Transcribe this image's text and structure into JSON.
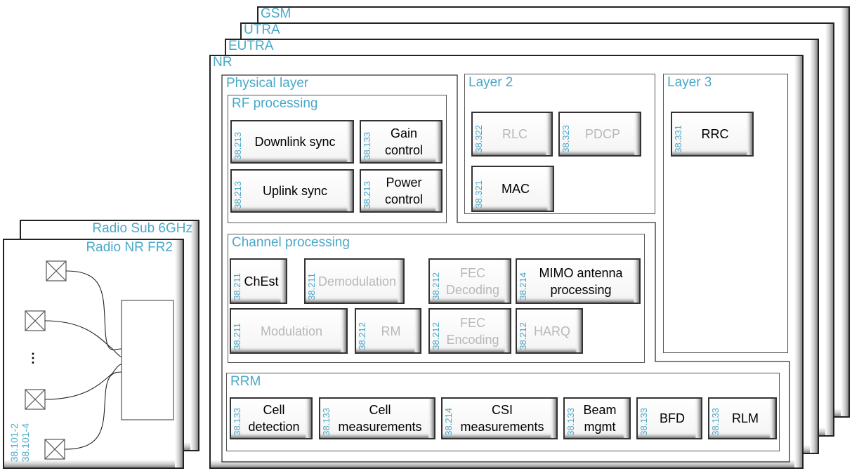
{
  "stack": {
    "layers": [
      "GSM",
      "UTRA",
      "EUTRA",
      "NR"
    ]
  },
  "nr": {
    "physical_layer": {
      "title": "Physical layer",
      "rf_processing": {
        "title": "RF processing",
        "blocks": [
          {
            "name": "Downlink sync",
            "spec": "38.213",
            "enabled": true
          },
          {
            "name": "Gain control",
            "spec": "38.133",
            "enabled": true
          },
          {
            "name": "Uplink sync",
            "spec": "38.213",
            "enabled": true
          },
          {
            "name": "Power control",
            "spec": "38.213",
            "enabled": true
          }
        ]
      }
    },
    "layer2": {
      "title": "Layer 2",
      "blocks": [
        {
          "name": "RLC",
          "spec": "38.322",
          "enabled": false
        },
        {
          "name": "PDCP",
          "spec": "38.323",
          "enabled": false
        },
        {
          "name": "MAC",
          "spec": "38.321",
          "enabled": true
        }
      ]
    },
    "layer3": {
      "title": "Layer 3",
      "blocks": [
        {
          "name": "RRC",
          "spec": "38.331",
          "enabled": true
        }
      ]
    },
    "channel_processing": {
      "title": "Channel processing",
      "blocks": [
        {
          "name": "ChEst",
          "spec": "38.211",
          "enabled": true
        },
        {
          "name": "Demodulation",
          "spec": "38.211",
          "enabled": false
        },
        {
          "name": "FEC Decoding",
          "spec": "38.212",
          "enabled": false
        },
        {
          "name": "MIMO antenna processing",
          "spec": "38.214",
          "enabled": true
        },
        {
          "name": "Modulation",
          "spec": "38.211",
          "enabled": false
        },
        {
          "name": "RM",
          "spec": "38.212",
          "enabled": false
        },
        {
          "name": "FEC Encoding",
          "spec": "38.212",
          "enabled": false
        },
        {
          "name": "HARQ",
          "spec": "38.212",
          "enabled": false
        }
      ]
    },
    "rrm": {
      "title": "RRM",
      "blocks": [
        {
          "name": "Cell detection",
          "spec": "38.133",
          "enabled": true
        },
        {
          "name": "Cell measurements",
          "spec": "38.133",
          "enabled": true
        },
        {
          "name": "CSI measurements",
          "spec": "38.214",
          "enabled": true
        },
        {
          "name": "Beam mgmt",
          "spec": "38.133",
          "enabled": true
        },
        {
          "name": "BFD",
          "spec": "38.133",
          "enabled": true
        },
        {
          "name": "RLM",
          "spec": "38.133",
          "enabled": true
        }
      ]
    }
  },
  "radio": {
    "back_label": "Radio Sub 6GHz",
    "front_label": "Radio NR FR2",
    "specs": [
      "38.101-2",
      "38.101-4"
    ],
    "ellipsis": "⋮",
    "antenna_count_shown": 4
  },
  "colors": {
    "accent": "#4aa8c8",
    "enabled_text": "#000000",
    "disabled_text": "#b8b8b8"
  }
}
